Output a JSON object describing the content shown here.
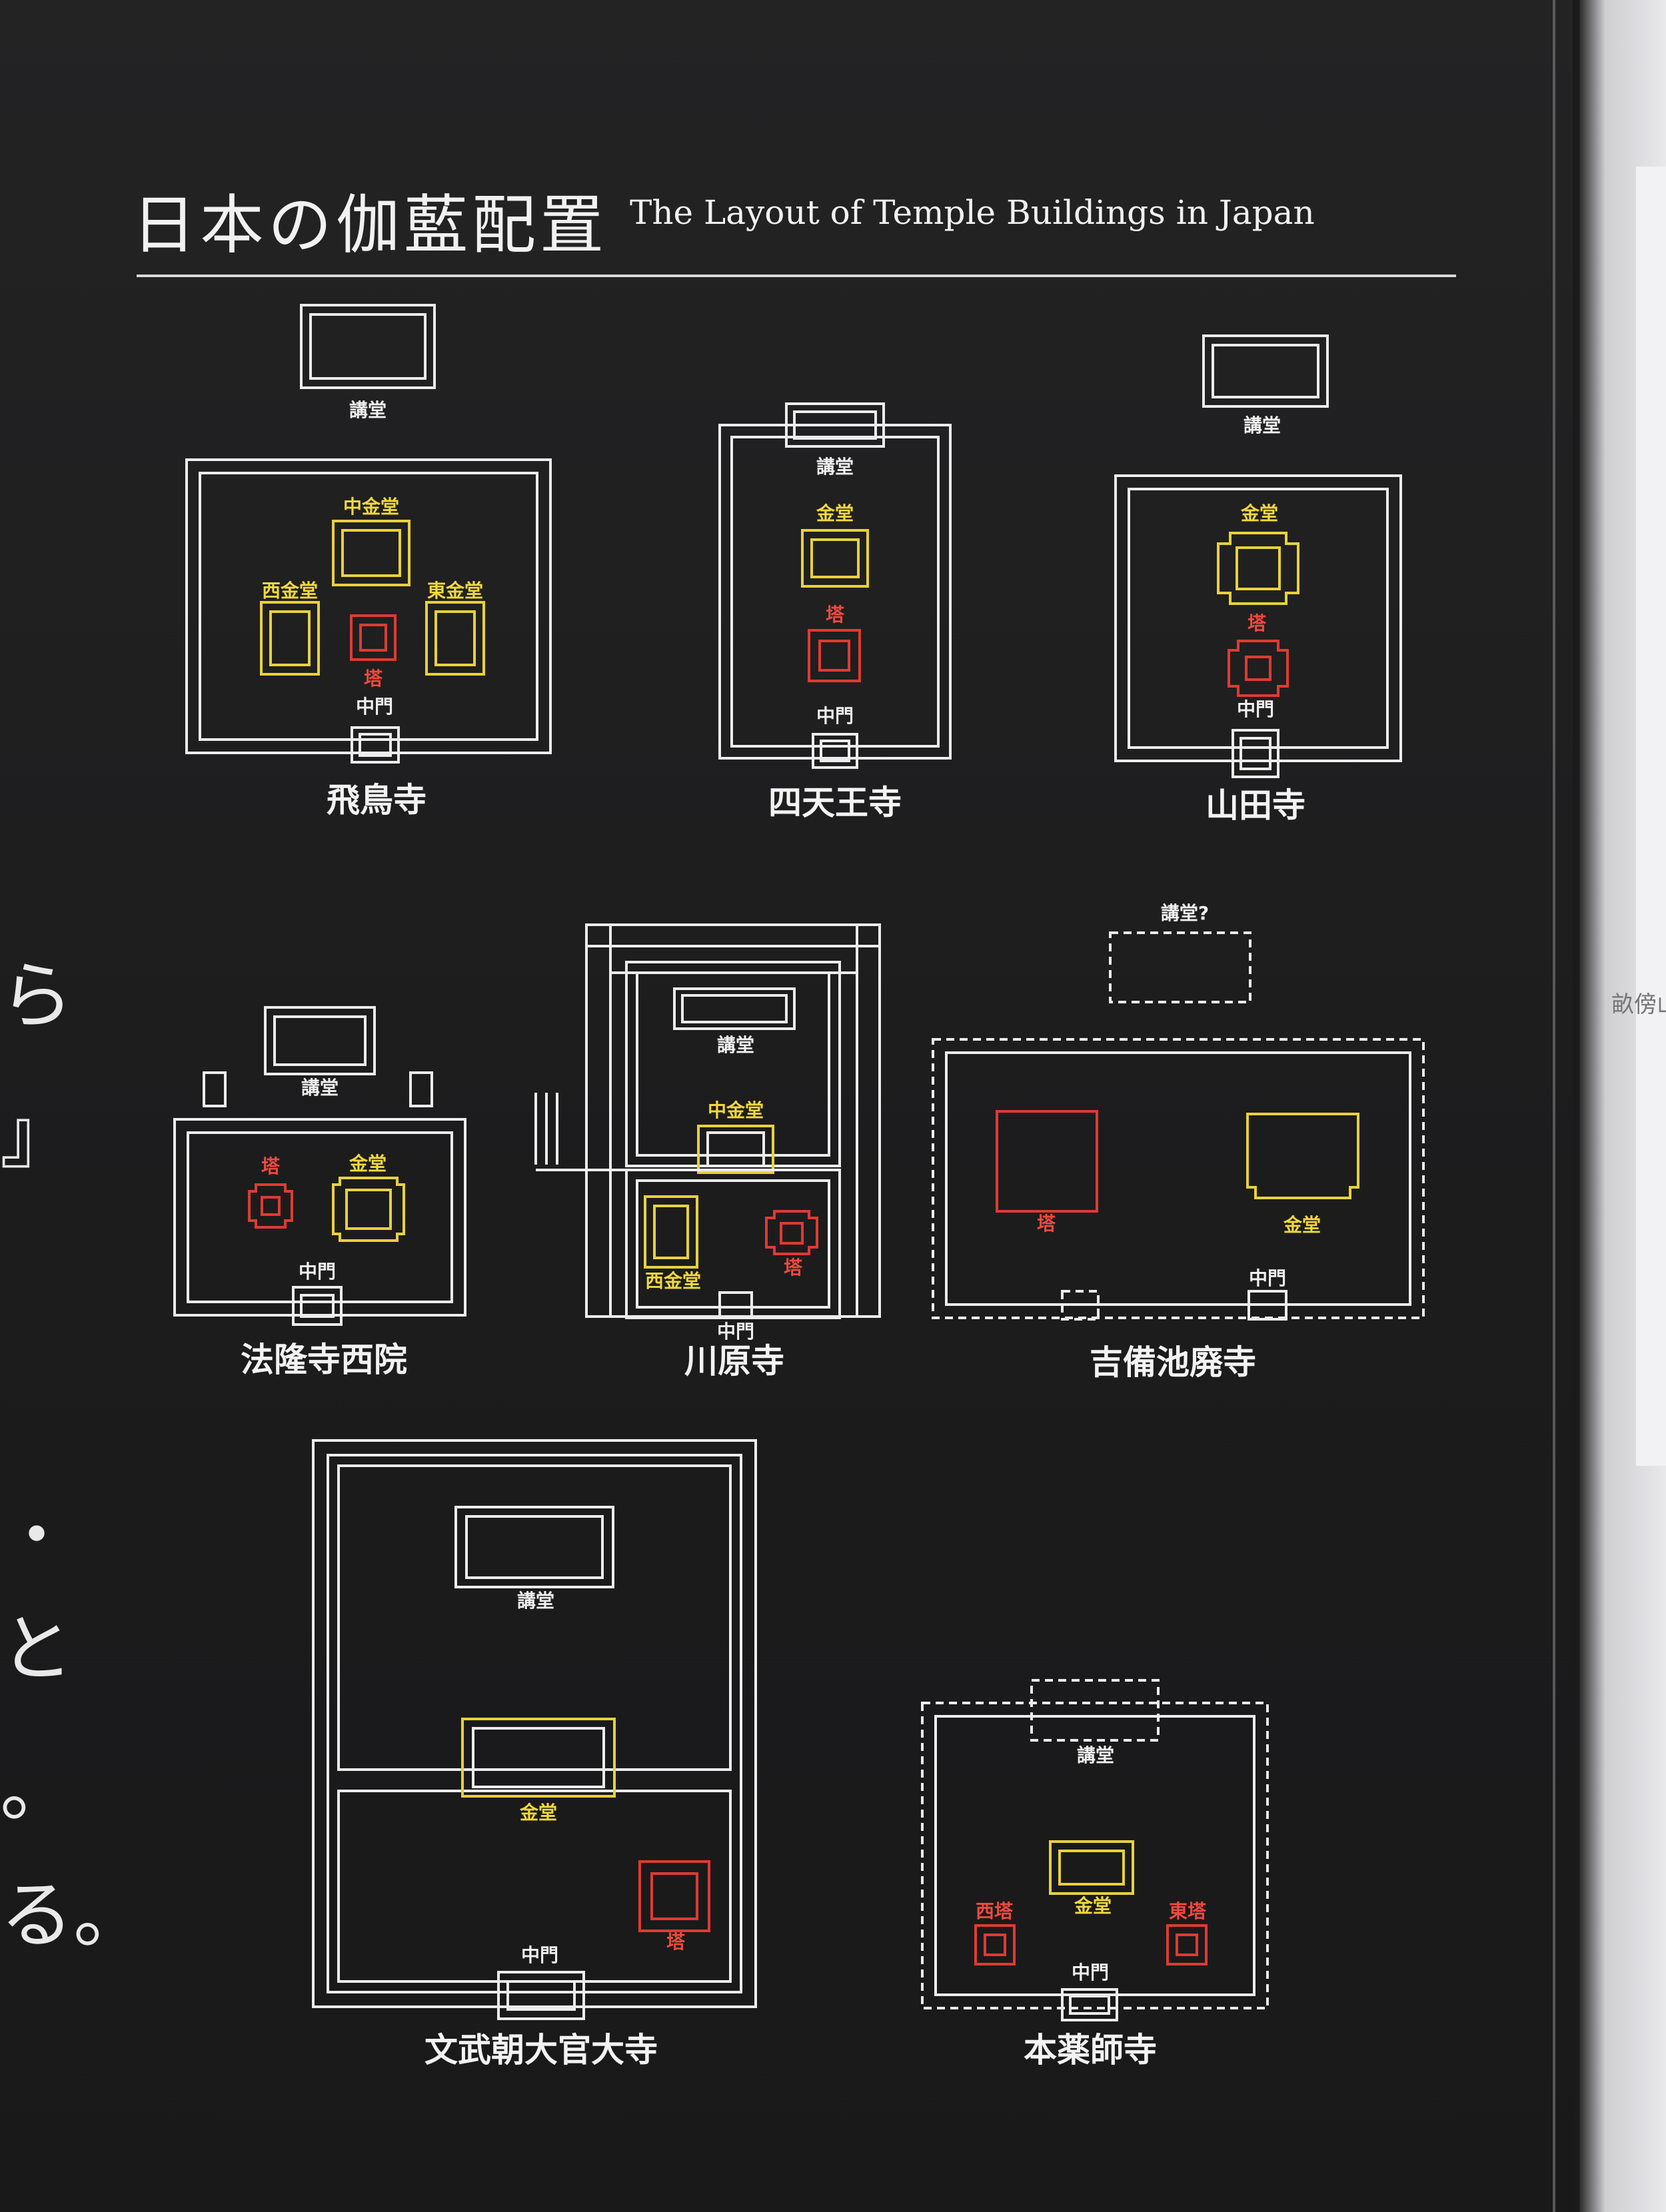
{
  "title": "日本の伽藍配置",
  "subtitle": "The Layout of Temple Buildings in Japan",
  "colors": {
    "background": "#1e1e1f",
    "outline": "#eeeeee",
    "golden_hall": "#e8d23a",
    "pagoda": "#e03a32"
  },
  "temples": {
    "asukadera": {
      "name": "飛鳥寺",
      "lecture": "講堂",
      "center_golden": "中金堂",
      "west_golden": "西金堂",
      "east_golden": "東金堂",
      "pagoda": "塔",
      "gate": "中門"
    },
    "shitennoji": {
      "name": "四天王寺",
      "lecture": "講堂",
      "golden": "金堂",
      "pagoda": "塔",
      "gate": "中門"
    },
    "yamadadera": {
      "name": "山田寺",
      "lecture": "講堂",
      "golden": "金堂",
      "pagoda": "塔",
      "gate": "中門"
    },
    "horyuji": {
      "name": "法隆寺西院",
      "lecture": "講堂",
      "pagoda": "塔",
      "golden": "金堂",
      "gate": "中門"
    },
    "kawaradera": {
      "name": "川原寺",
      "lecture": "講堂",
      "center_golden": "中金堂",
      "west_golden": "西金堂",
      "pagoda": "塔",
      "gate": "中門"
    },
    "kibiike": {
      "name": "吉備池廃寺",
      "lecture": "講堂?",
      "pagoda": "塔",
      "golden": "金堂",
      "gate": "中門"
    },
    "monmu": {
      "name": "文武朝大官大寺",
      "lecture": "講堂",
      "golden": "金堂",
      "pagoda": "塔",
      "gate": "中門"
    },
    "motoyakushiji": {
      "name": "本薬師寺",
      "lecture": "講堂",
      "golden": "金堂",
      "west_pagoda": "西塔",
      "east_pagoda": "東塔",
      "gate": "中門"
    }
  },
  "side_text": {
    "right": "畝傍山"
  },
  "left_fragments": [
    "ら",
    "』",
    "・",
    "と",
    "。",
    "る。"
  ]
}
